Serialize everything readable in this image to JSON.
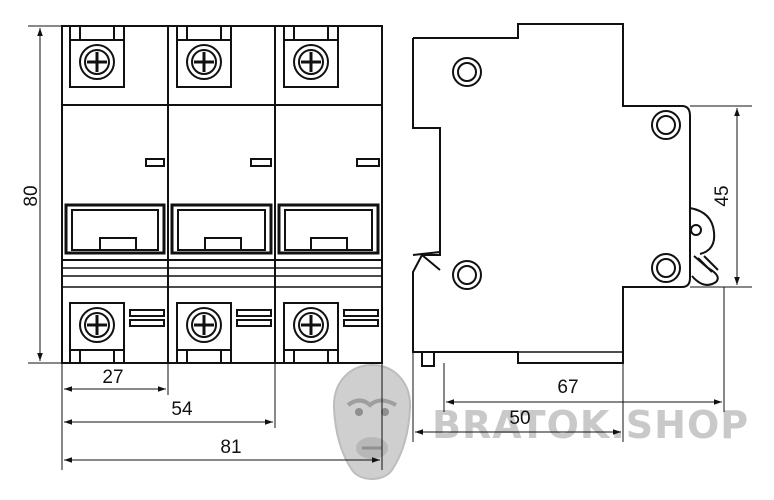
{
  "dimensions": {
    "height_label": "80",
    "pole_width_label": "27",
    "two_pole_width_label": "54",
    "total_width_label": "81",
    "rail_height_label": "45",
    "depth_label": "67",
    "rail_depth_label": "50"
  },
  "watermark": {
    "text": "BRATOK.SHOP",
    "icon": "gorilla-head-icon"
  },
  "colors": {
    "line": "#111111",
    "watermark": "#c9c9c9"
  }
}
